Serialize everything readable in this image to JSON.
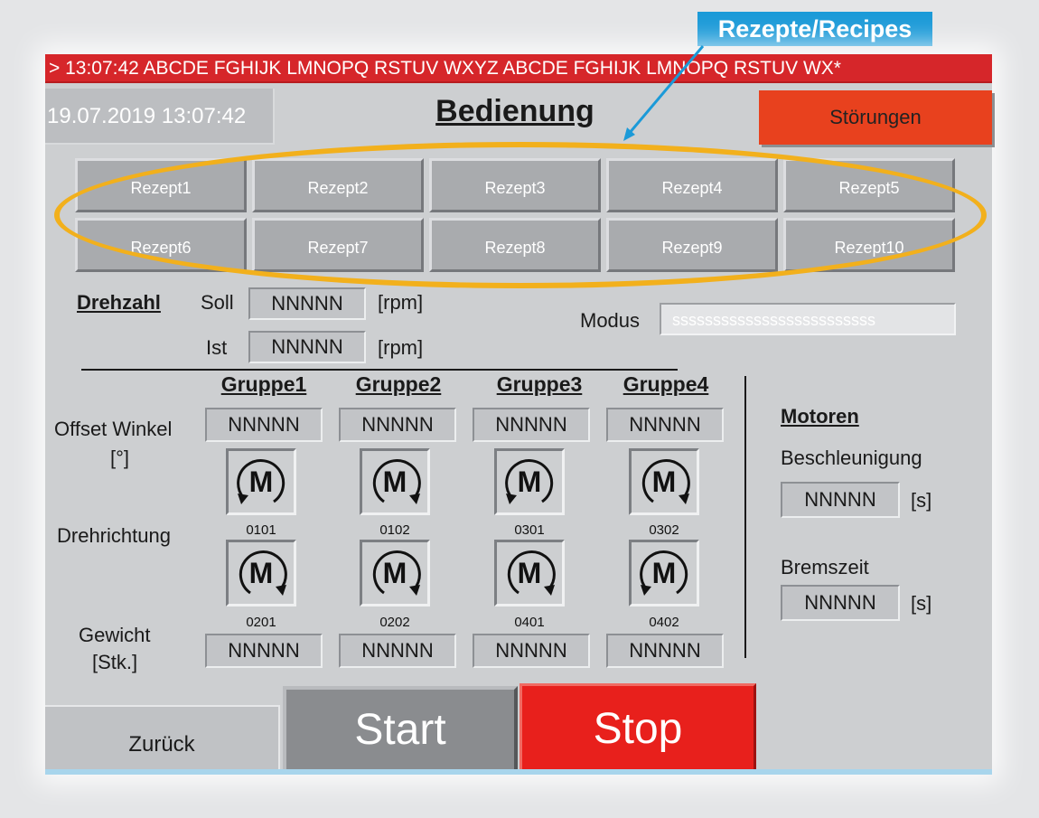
{
  "ticker": {
    "arrow": ">",
    "text": "> 13:07:42  ABCDE FGHIJK LMNOPQ RSTUV WXYZ ABCDE FGHIJK LMNOPQ RSTUV WX*"
  },
  "header": {
    "datetime": "19.07.2019 13:07:42",
    "title": "Bedienung",
    "faults_label": "Störungen"
  },
  "callout": {
    "label": "Rezepte/Recipes"
  },
  "recipes": [
    "Rezept1",
    "Rezept2",
    "Rezept3",
    "Rezept4",
    "Rezept5",
    "Rezept6",
    "Rezept7",
    "Rezept8",
    "Rezept9",
    "Rezept10"
  ],
  "speed": {
    "heading": "Drehzahl",
    "set_label": "Soll",
    "set_value": "NNNNN",
    "set_unit": "[rpm]",
    "actual_label": "Ist",
    "actual_value": "NNNNN",
    "actual_unit": "[rpm]"
  },
  "mode": {
    "label": "Modus",
    "value": "sssssssssssssssssssssssss"
  },
  "rows": {
    "offset_label_1": "Offset Winkel",
    "offset_label_2": "[°]",
    "direction_label": "Drehrichtung",
    "weight_label_1": "Gewicht",
    "weight_label_2": "[Stk.]"
  },
  "groups": [
    {
      "name": "Gruppe1",
      "offset": "NNNNN",
      "motor_top_id": "0101",
      "motor_bottom_id": "0201",
      "weight": "NNNNN"
    },
    {
      "name": "Gruppe2",
      "offset": "NNNNN",
      "motor_top_id": "0102",
      "motor_bottom_id": "0202",
      "weight": "NNNNN"
    },
    {
      "name": "Gruppe3",
      "offset": "NNNNN",
      "motor_top_id": "0301",
      "motor_bottom_id": "0401",
      "weight": "NNNNN"
    },
    {
      "name": "Gruppe4",
      "offset": "NNNNN",
      "motor_top_id": "0302",
      "motor_bottom_id": "0402",
      "weight": "NNNNN"
    }
  ],
  "motor_letter": "M",
  "motors_panel": {
    "heading": "Motoren",
    "accel_label": "Beschleunigung",
    "accel_value": "NNNNN",
    "accel_unit": "[s]",
    "brake_label": "Bremszeit",
    "brake_value": "NNNNN",
    "brake_unit": "[s]"
  },
  "buttons": {
    "back": "Zurück",
    "start": "Start",
    "stop": "Stop"
  },
  "colors": {
    "ticker_bg": "#d6262a",
    "faults_bg": "#e8411e",
    "stop_bg": "#e8201c",
    "start_bg": "#8a8c8f",
    "callout_bg": "#1b9ad8",
    "highlight_ellipse": "#f2b01c",
    "panel_bg": "#cdcfd1"
  },
  "icons": {
    "motor": "motor-rotation-icon"
  }
}
